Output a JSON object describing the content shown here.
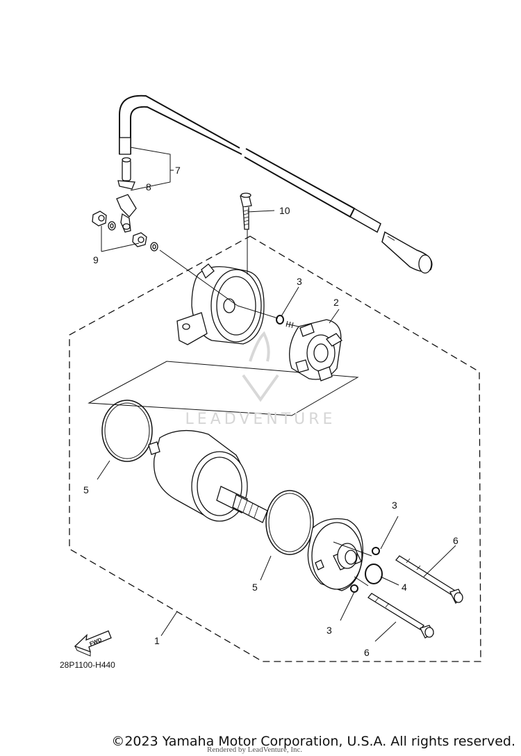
{
  "diagram": {
    "callouts": {
      "c1": "1",
      "c2": "2",
      "c3a": "3",
      "c3b": "3",
      "c3c": "3",
      "c4": "4",
      "c5a": "5",
      "c5b": "5",
      "c6a": "6",
      "c6b": "6",
      "c7": "7",
      "c8": "8",
      "c9": "9",
      "c10": "10"
    },
    "fwd_label": "FWD",
    "figure_code": "28P1100-H440",
    "watermark": "LEADVENTURE"
  },
  "footer": {
    "copyright": "©2023 Yamaha Motor Corporation, U.S.A. All rights reserved.",
    "rendered_by": "Rendered by LeadVenture, Inc."
  }
}
